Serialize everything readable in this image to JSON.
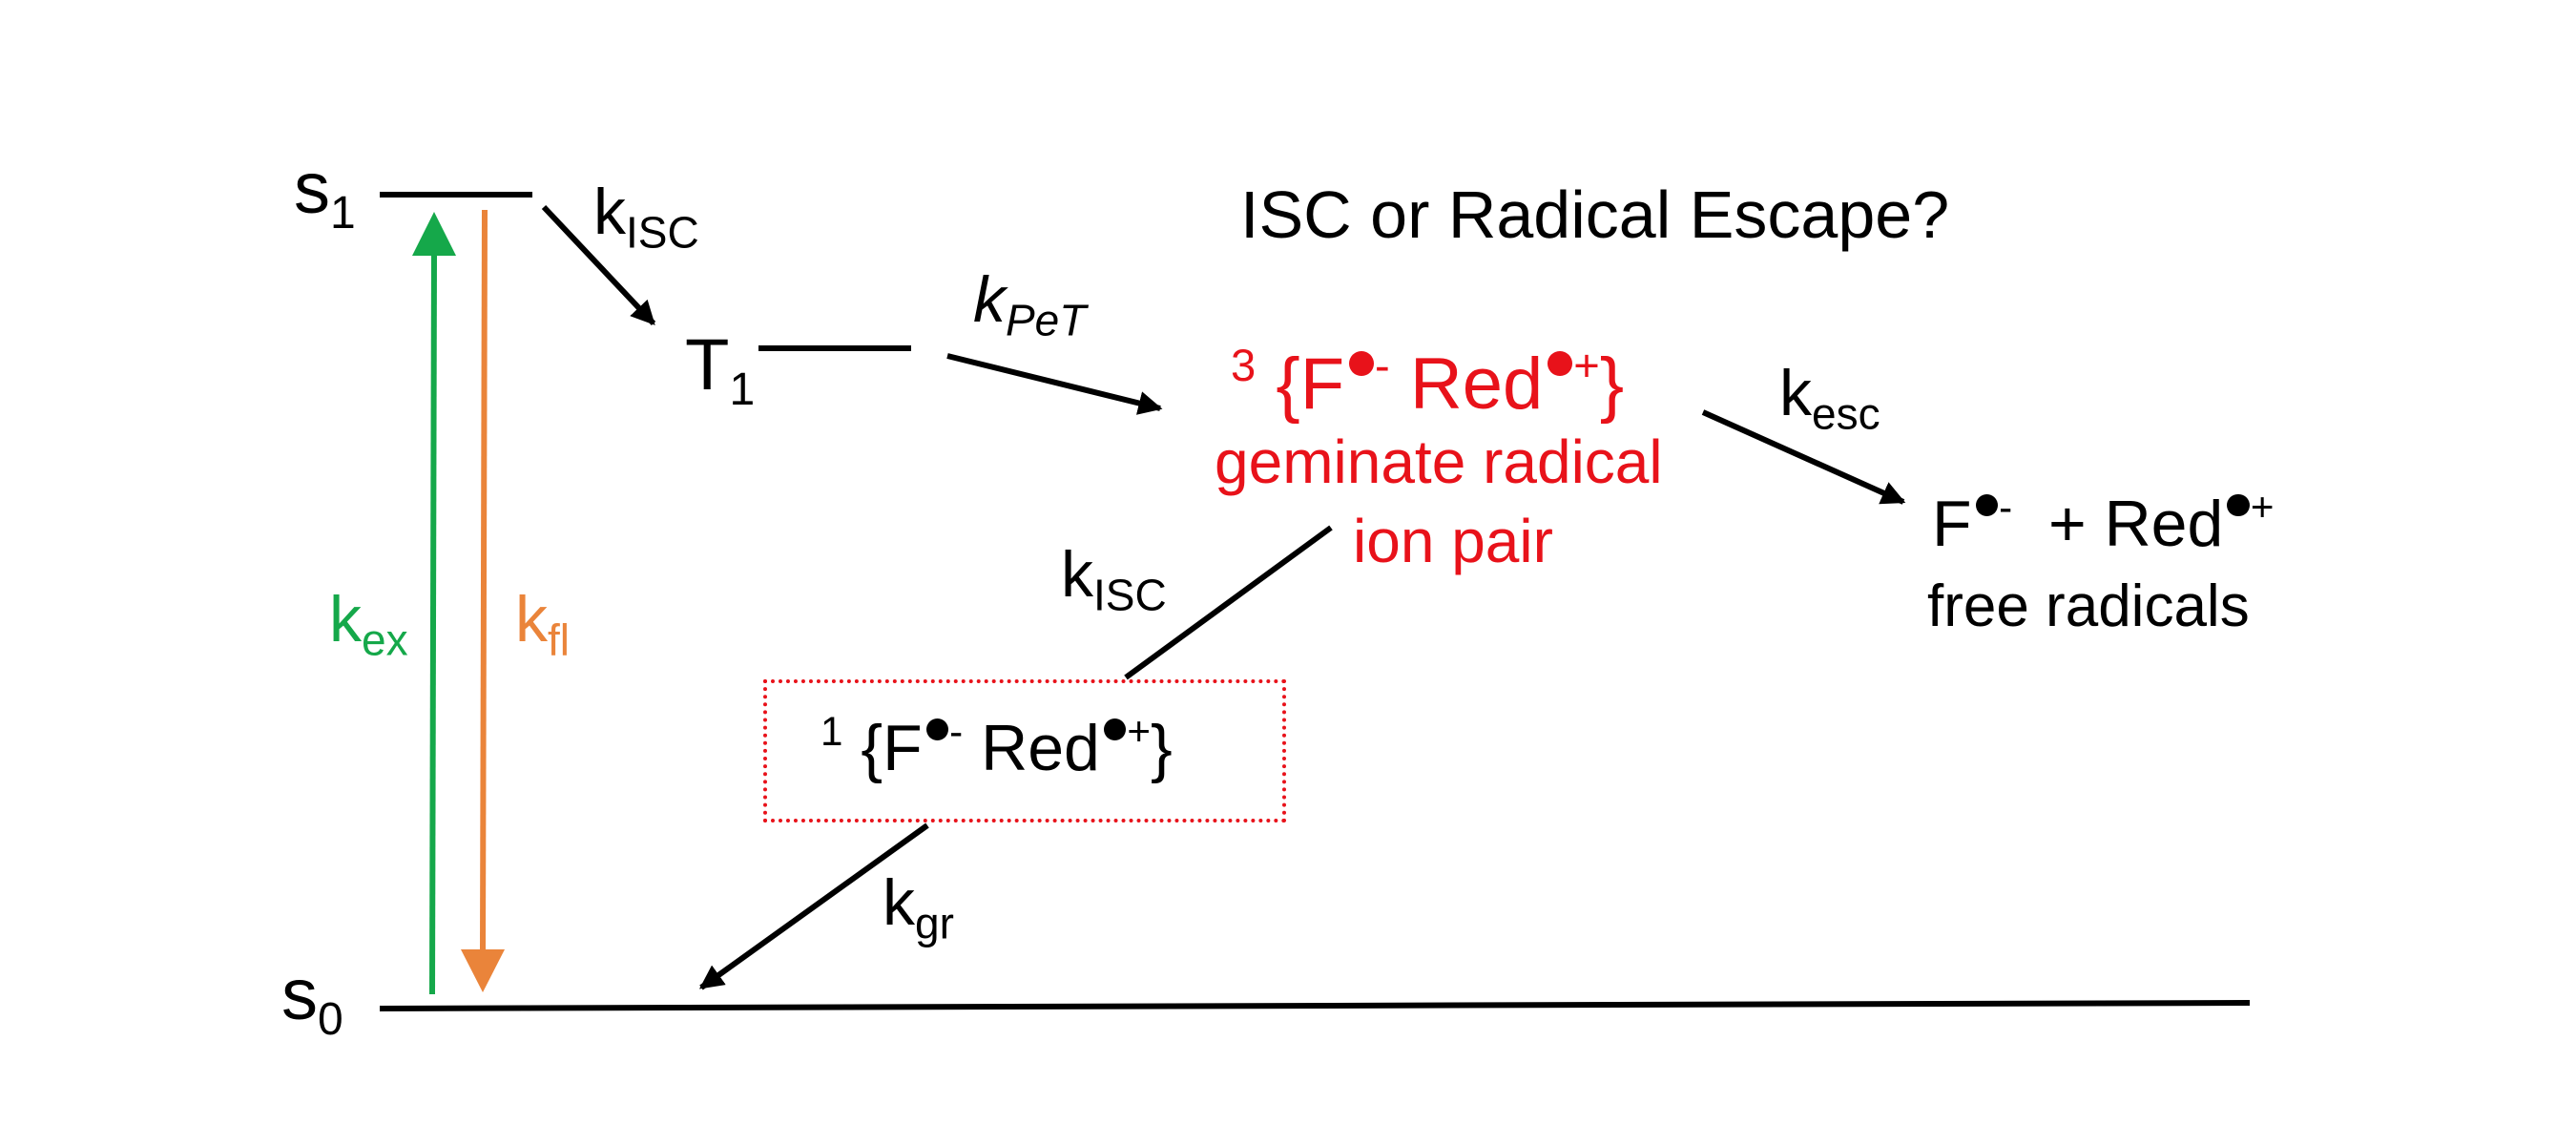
{
  "title": "ISC or Radical Escape?",
  "states": {
    "s1": {
      "base": "s",
      "sub": "1"
    },
    "s0": {
      "base": "s",
      "sub": "0"
    },
    "t1": {
      "base": "T",
      "sub": "1"
    }
  },
  "rates": {
    "k_isc_top": {
      "base": "k",
      "sub": "ISC"
    },
    "k_pet": {
      "base": "k",
      "sub": "PeT"
    },
    "k_esc": {
      "base": "k",
      "sub": "esc"
    },
    "k_isc_mid": {
      "base": "k",
      "sub": "ISC"
    },
    "k_gr": {
      "base": "k",
      "sub": "gr"
    },
    "k_ex": {
      "base": "k",
      "sub": "ex"
    },
    "k_fl": {
      "base": "k",
      "sub": "fl"
    }
  },
  "triplet_pair": {
    "multiplicity": "3",
    "open_brace": "{",
    "f": "F",
    "f_charge": "-",
    "red": "Red",
    "red_charge": "+",
    "close_brace": "}",
    "caption_line1": "geminate radical",
    "caption_line2": "ion pair"
  },
  "singlet_pair": {
    "multiplicity": "1",
    "open_brace": "{",
    "f": "F",
    "f_charge": "-",
    "red": "Red",
    "red_charge": "+",
    "close_brace": "}"
  },
  "free_radicals": {
    "f": "F",
    "f_charge": "-",
    "plus": "+",
    "red": "Red",
    "red_charge": "+",
    "caption": "free radicals"
  },
  "colors": {
    "black": "#000000",
    "red": "#e8121a",
    "green": "#15a84a",
    "orange": "#ea843a"
  }
}
